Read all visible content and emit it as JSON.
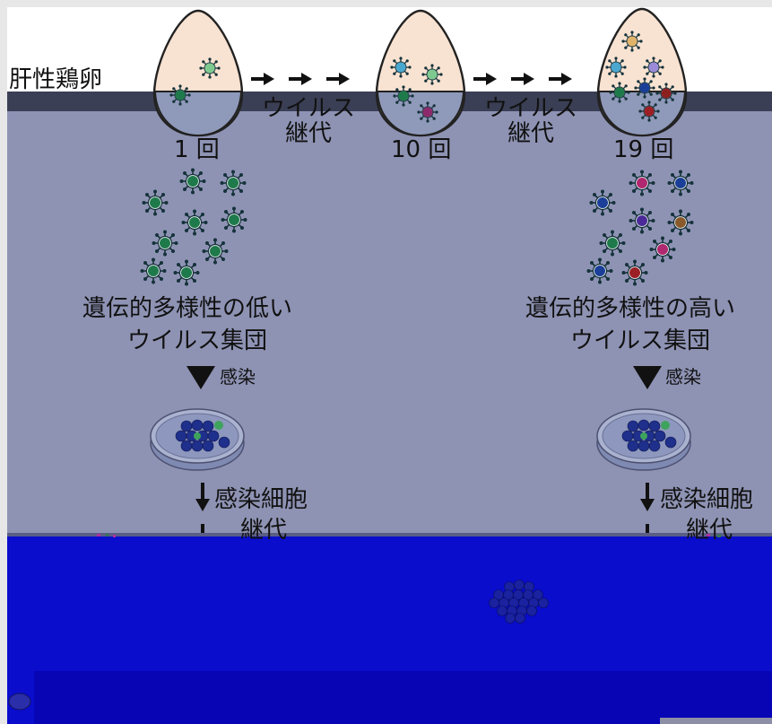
{
  "labels": {
    "egg": "肝性鶏卵",
    "passage_word_1": "ウイルス",
    "passage_word_2": "継代",
    "round_1": "1 回",
    "round_10": "10 回",
    "round_19": "19 回",
    "low_div_line1": "遺伝的多様性の低い",
    "low_div_line2": "ウイルス集団",
    "high_div_line1": "遺伝的多様性の高い",
    "high_div_line2": "ウイルス集団",
    "infect": "感染",
    "cell_passage_line1": "感染細胞",
    "cell_passage_line2": "継代"
  },
  "colors": {
    "egg_fill": "#f8e2d1",
    "egg_stroke": "#222222",
    "arrow": "#111111",
    "green_virus": "#1e7a4a",
    "slate_bg": "#8e93b4",
    "blue_bg": "#0a0dcc"
  },
  "icons": [
    "egg-icon",
    "right-arrow-icon",
    "virus-icon",
    "down-triangle-icon",
    "down-arrow-icon",
    "petri-dish-icon",
    "cell-cluster-icon"
  ]
}
